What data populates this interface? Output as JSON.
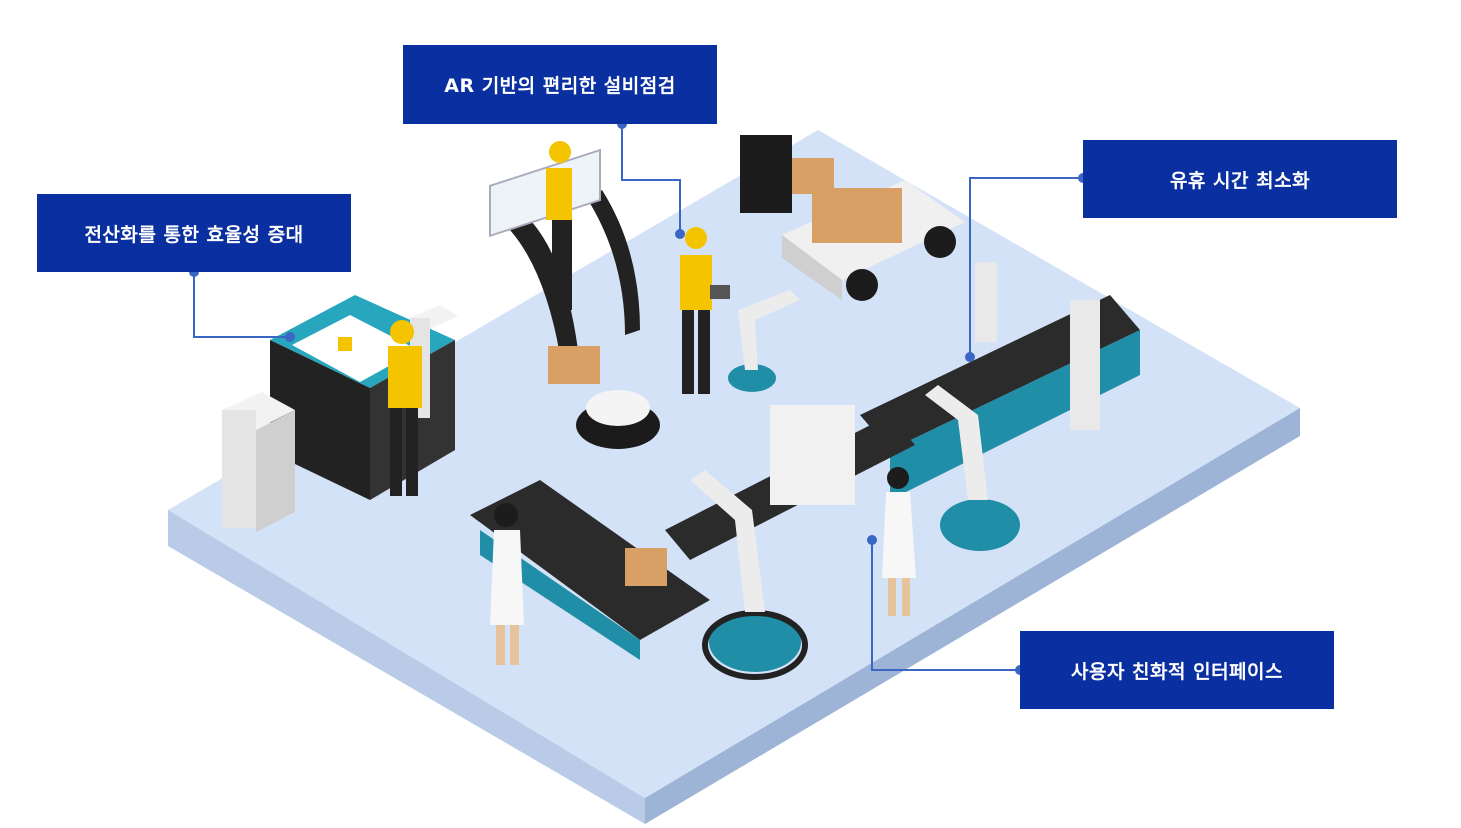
{
  "callouts": {
    "ar_inspection": "AR 기반의 편리한 설비점검",
    "idle_time": "유휴 시간 최소화",
    "efficiency": "전산화를 통한 효율성 증대",
    "user_interface": "사용자 친화적 인터페이스"
  },
  "colors": {
    "callout_bg": "#0a2fa0",
    "connector": "#3a66c4",
    "floor_top": "#d3e2f7",
    "floor_side": "#9db4d6",
    "machine_teal": "#1f8ea6",
    "hardhat": "#f5c400",
    "belt": "#2b2b2b"
  }
}
